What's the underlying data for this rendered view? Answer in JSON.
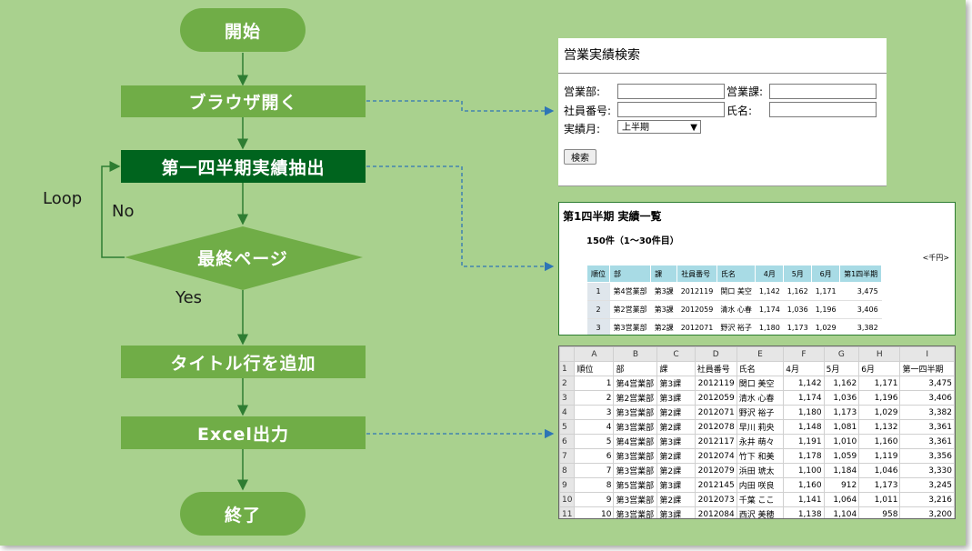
{
  "flow": {
    "start": "開始",
    "open_browser": "ブラウザ開く",
    "extract": "第一四半期実績抽出",
    "last_page": "最終ページ",
    "add_title_row": "タイトル行を追加",
    "excel_output": "Excel出力",
    "end": "終了",
    "loop_label": "Loop",
    "no_label": "No",
    "yes_label": "Yes"
  },
  "colors": {
    "background": "#a9d18e",
    "node": "#70ad47",
    "node_active": "#00641e",
    "connector": "#2e75b6"
  },
  "search_form": {
    "title": "営業実績検索",
    "dept_label": "営業部:",
    "section_label": "営業課:",
    "emp_no_label": "社員番号:",
    "name_label": "氏名:",
    "month_label": "実績月:",
    "month_value": "上半期",
    "search_button": "検索"
  },
  "results": {
    "title": "第1四半期 実績一覧",
    "count": "150件（1〜30件目）",
    "unit": "<千円>",
    "headers": [
      "順位",
      "部",
      "課",
      "社員番号",
      "氏名",
      "4月",
      "5月",
      "6月",
      "第1四半期"
    ],
    "rows": [
      [
        "1",
        "第4営業部",
        "第3課",
        "2012119",
        "関口 美空",
        "1,142",
        "1,162",
        "1,171",
        "3,475"
      ],
      [
        "2",
        "第2営業部",
        "第3課",
        "2012059",
        "清水 心春",
        "1,174",
        "1,036",
        "1,196",
        "3,406"
      ],
      [
        "3",
        "第3営業部",
        "第2課",
        "2012071",
        "野沢 裕子",
        "1,180",
        "1,173",
        "1,029",
        "3,382"
      ]
    ]
  },
  "excel": {
    "columns": [
      "A",
      "B",
      "C",
      "D",
      "E",
      "F",
      "G",
      "H",
      "I"
    ],
    "rows": [
      [
        "1",
        "順位",
        "部",
        "課",
        "社員番号",
        "氏名",
        "4月",
        "5月",
        "6月",
        "第一四半期"
      ],
      [
        "2",
        "1",
        "第4営業部",
        "第3課",
        "2012119",
        "関口 美空",
        "1,142",
        "1,162",
        "1,171",
        "3,475"
      ],
      [
        "3",
        "2",
        "第2営業部",
        "第3課",
        "2012059",
        "清水 心春",
        "1,174",
        "1,036",
        "1,196",
        "3,406"
      ],
      [
        "4",
        "3",
        "第3営業部",
        "第2課",
        "2012071",
        "野沢 裕子",
        "1,180",
        "1,173",
        "1,029",
        "3,382"
      ],
      [
        "5",
        "4",
        "第3営業部",
        "第2課",
        "2012078",
        "早川 莉央",
        "1,148",
        "1,081",
        "1,132",
        "3,361"
      ],
      [
        "6",
        "5",
        "第4営業部",
        "第3課",
        "2012117",
        "永井 萌々",
        "1,191",
        "1,010",
        "1,160",
        "3,361"
      ],
      [
        "7",
        "6",
        "第3営業部",
        "第2課",
        "2012074",
        "竹下 和美",
        "1,178",
        "1,059",
        "1,119",
        "3,356"
      ],
      [
        "8",
        "7",
        "第3営業部",
        "第2課",
        "2012079",
        "浜田 琥太",
        "1,100",
        "1,184",
        "1,046",
        "3,330"
      ],
      [
        "9",
        "8",
        "第5営業部",
        "第3課",
        "2012145",
        "内田 咲良",
        "1,160",
        "912",
        "1,173",
        "3,245"
      ],
      [
        "10",
        "9",
        "第3営業部",
        "第2課",
        "2012073",
        "千葉 ここ",
        "1,141",
        "1,064",
        "1,011",
        "3,216"
      ],
      [
        "11",
        "10",
        "第3営業部",
        "第3課",
        "2012084",
        "西沢 美穂",
        "1,138",
        "1,104",
        "958",
        "3,200"
      ]
    ]
  }
}
